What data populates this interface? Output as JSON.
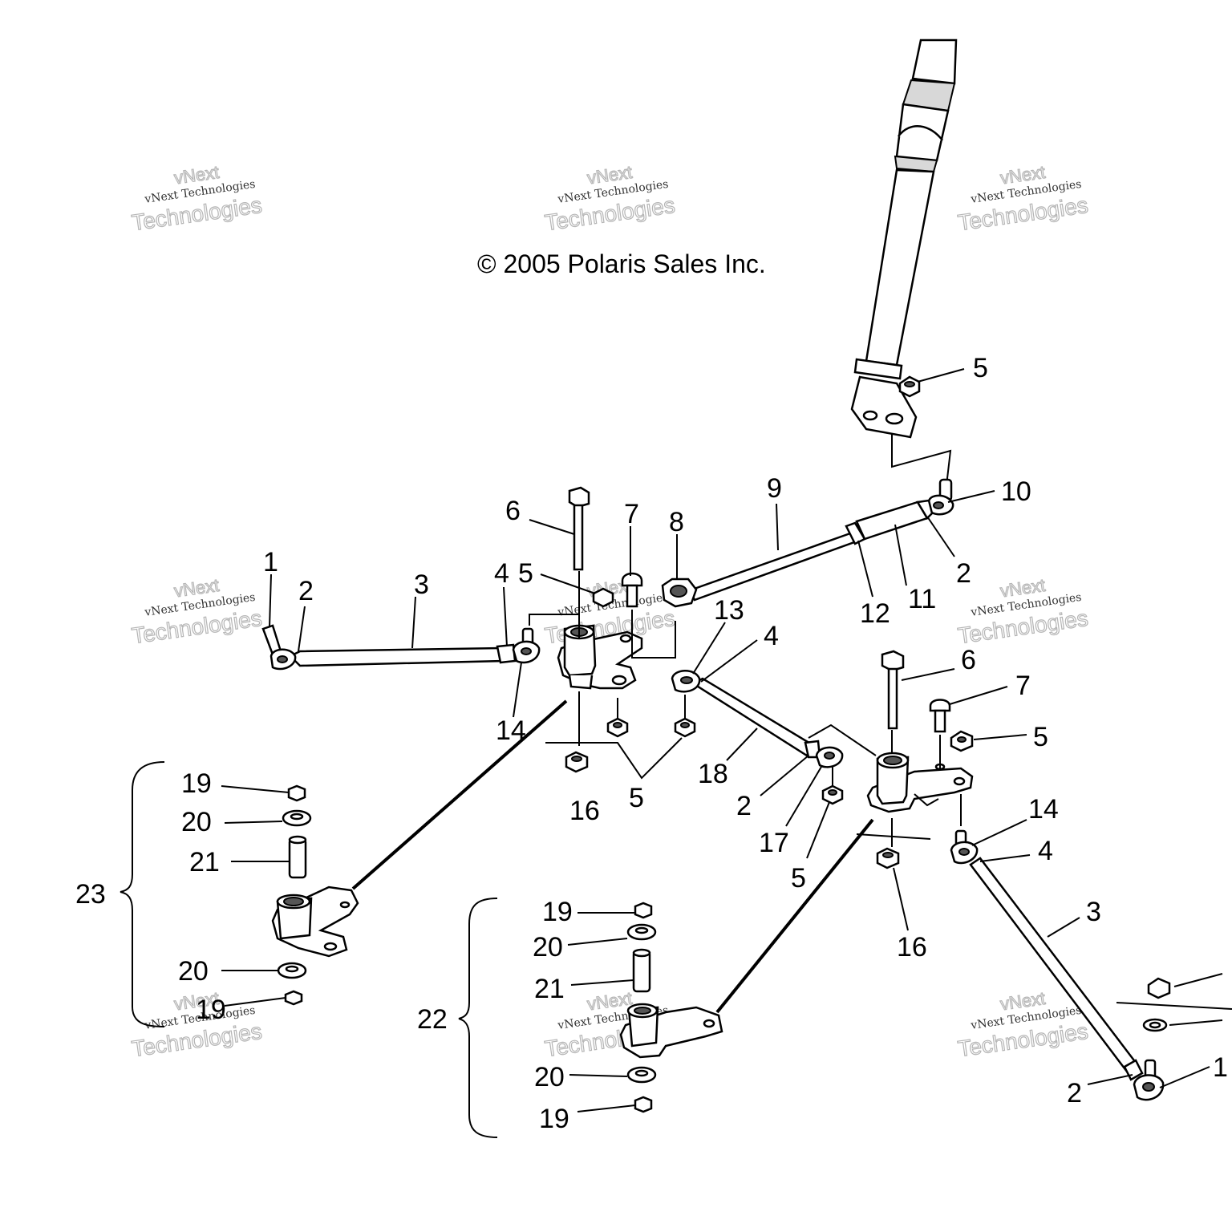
{
  "copyright": "© 2005 Polaris Sales Inc.",
  "watermark": {
    "line_small": "vNext Technologies",
    "line_top": "vNext",
    "line_big": "Technologies"
  },
  "callouts": {
    "c1a": "1",
    "c1b": "1",
    "c2a": "2",
    "c2b": "2",
    "c2c": "2",
    "c2d": "2",
    "c3a": "3",
    "c3b": "3",
    "c4a": "4",
    "c4b": "4",
    "c4c": "4",
    "c5a": "5",
    "c5b": "5",
    "c5c": "5",
    "c5d": "5",
    "c5e": "5",
    "c6a": "6",
    "c6b": "6",
    "c7a": "7",
    "c7b": "7",
    "c8": "8",
    "c9": "9",
    "c10": "10",
    "c11": "11",
    "c12": "12",
    "c13": "13",
    "c14a": "14",
    "c14b": "14",
    "c16a": "16",
    "c16b": "16",
    "c17": "17",
    "c18": "18",
    "c19a": "19",
    "c19b": "19",
    "c19c": "19",
    "c19d": "19",
    "c20a": "20",
    "c20b": "20",
    "c20c": "20",
    "c20d": "20",
    "c21a": "21",
    "c21b": "21",
    "c22": "22",
    "c23": "23"
  }
}
